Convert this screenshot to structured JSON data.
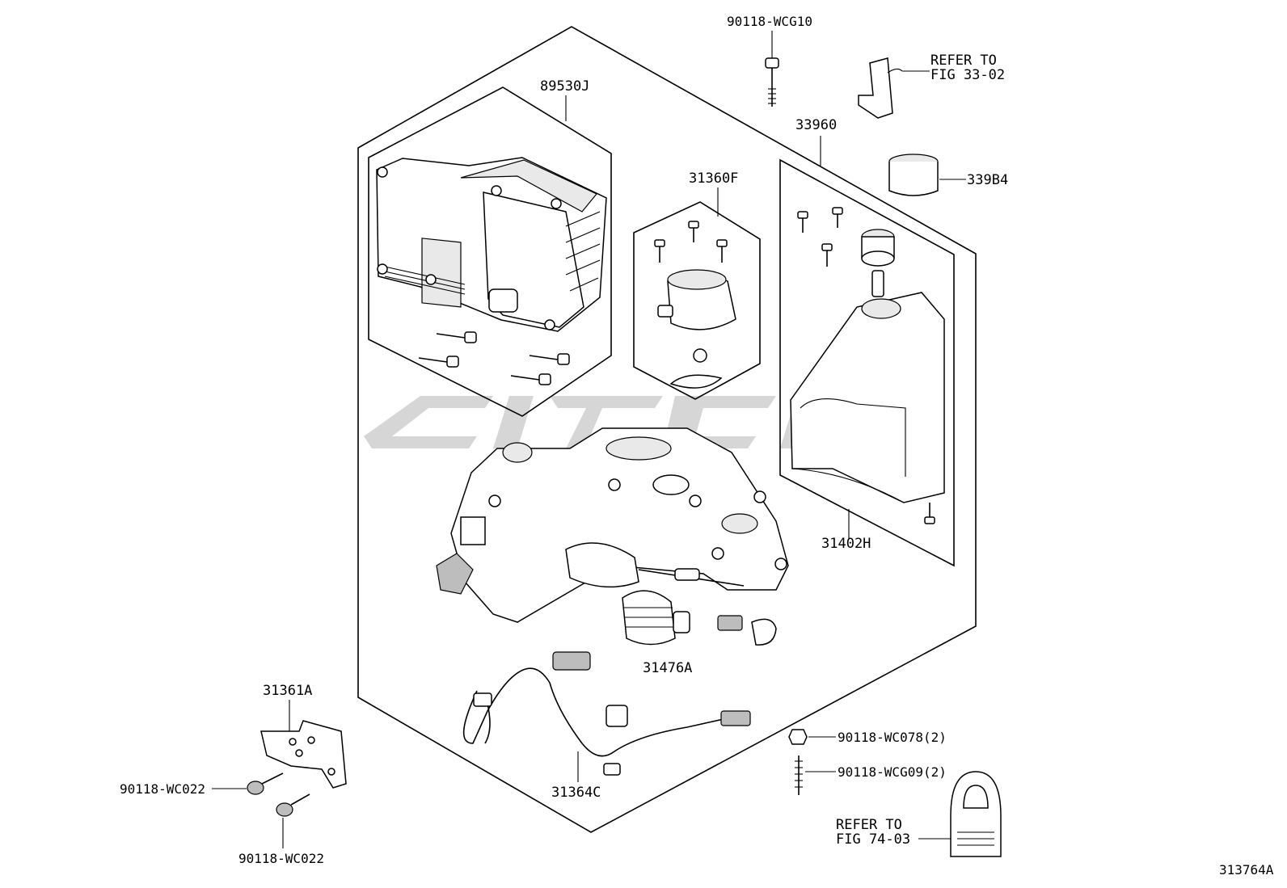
{
  "labels": {
    "p_90118_wcg10": "90118-WCG10",
    "refer_33_line1": "REFER TO",
    "refer_33_line2": "FIG 33-02",
    "p_89530j": "89530J",
    "p_33960": "33960",
    "p_339b4": "339B4",
    "p_31360f": "31360F",
    "p_31402h": "31402H",
    "p_31476a": "31476A",
    "p_31361a": "31361A",
    "p_90118_wc022_a": "90118-WC022",
    "p_90118_wc022_b": "90118-WC022",
    "p_31364c": "31364C",
    "p_90118_wc078": "90118-WC078(2)",
    "p_90118_wcg09": "90118-WCG09(2)",
    "refer_74_line1": "REFER TO",
    "refer_74_line2": "FIG 74-03",
    "diagram_id": "313764A"
  }
}
